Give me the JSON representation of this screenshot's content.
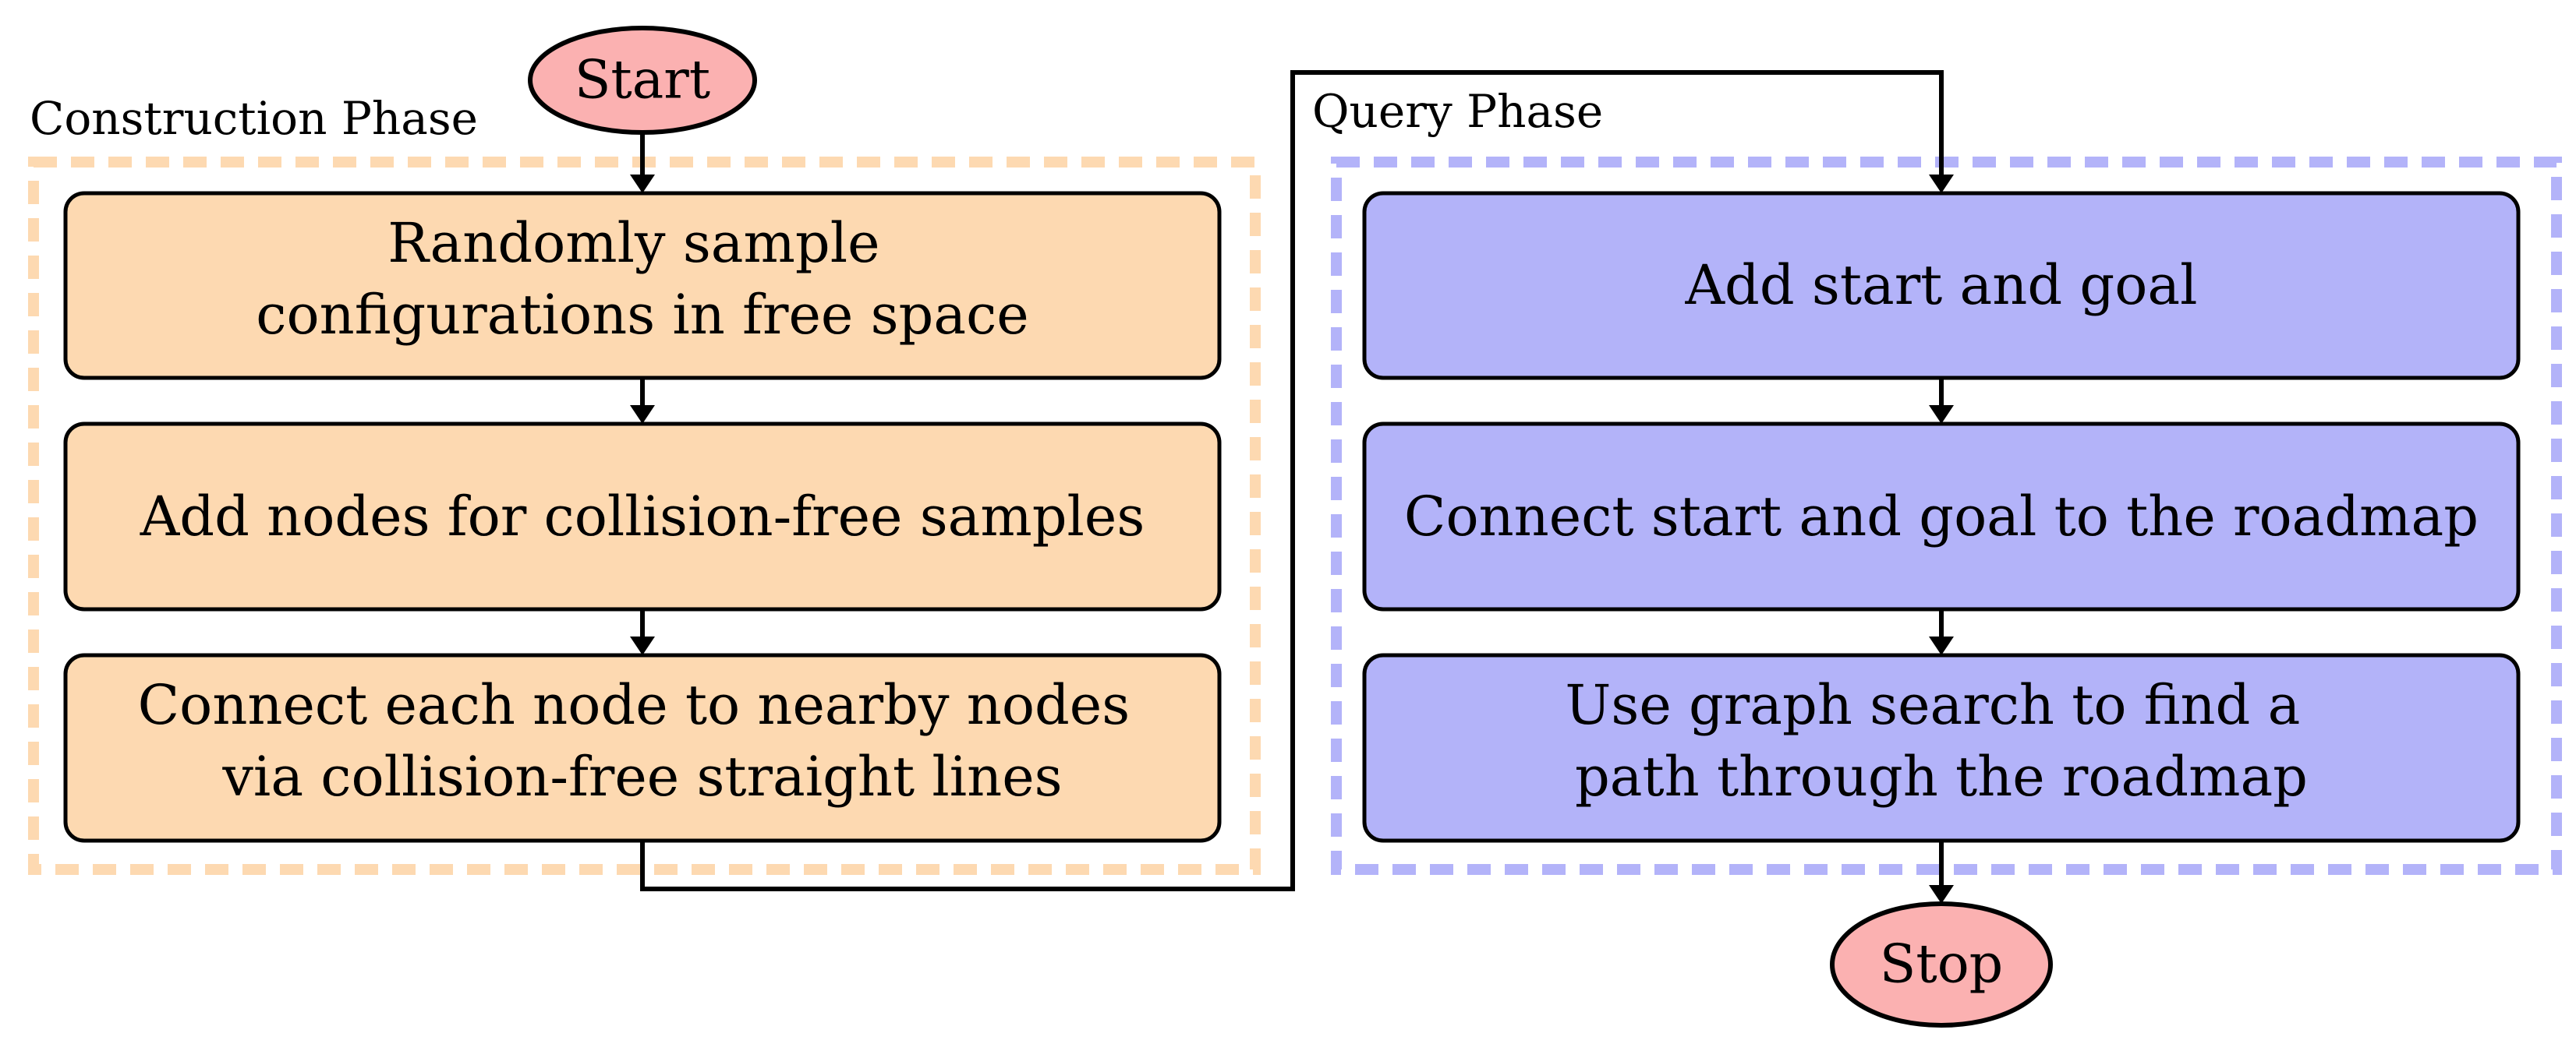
{
  "colors": {
    "construction_fill": "#fdd9b1",
    "construction_border": "#fdd9b1",
    "query_fill": "#b3b3f9",
    "query_border": "#b3b3f9",
    "terminal_fill": "#fbb1b1",
    "stroke": "#000000"
  },
  "start_label": "Start",
  "stop_label": "Stop",
  "construction_phase": {
    "label": "Construction Phase",
    "steps": [
      {
        "lines": [
          "Randomly sample",
          "configurations in free space"
        ]
      },
      {
        "lines": [
          "Add nodes for collision-free samples"
        ]
      },
      {
        "lines": [
          "Connect each node to nearby nodes",
          "via collision-free straight lines"
        ]
      }
    ]
  },
  "query_phase": {
    "label": "Query Phase",
    "steps": [
      {
        "lines": [
          "Add start and goal"
        ]
      },
      {
        "lines": [
          "Connect start and goal to the roadmap"
        ]
      },
      {
        "lines": [
          "Use graph search to find a",
          "path through the roadmap"
        ]
      }
    ]
  }
}
